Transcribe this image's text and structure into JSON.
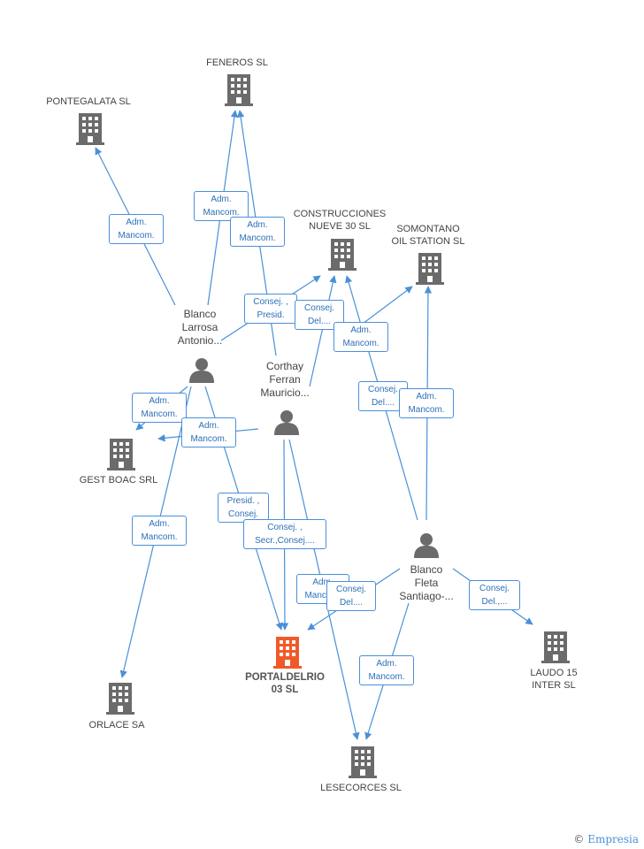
{
  "companies": {
    "feneros": "FENEROS SL",
    "pontegalata": "PONTEGALATA SL",
    "construcciones": [
      "CONSTRUCCIONES",
      "NUEVE 30 SL"
    ],
    "somontano": [
      "SOMONTANO",
      "OIL STATION SL"
    ],
    "gestboac": "GEST BOAC SRL",
    "portaldelrio": [
      "PORTALDELRIO",
      "03 SL"
    ],
    "laudo": [
      "LAUDO 15",
      "INTER SL"
    ],
    "orlace": "ORLACE SA",
    "lesecorces": "LESECORCES SL"
  },
  "persons": {
    "larrosa": [
      "Blanco",
      "Larrosa",
      "Antonio..."
    ],
    "corthay": [
      "Corthay",
      "Ferran",
      "Mauricio..."
    ],
    "fleta": [
      "Blanco",
      "Fleta",
      "Santiago-..."
    ]
  },
  "relations": {
    "r1": [
      "Adm.",
      "Mancom."
    ],
    "r2": [
      "Adm.",
      "Mancom."
    ],
    "r3": [
      "Adm.",
      "Mancom."
    ],
    "r4": [
      "Consej. ,",
      "Presid."
    ],
    "r5": [
      "Consej.",
      "Del...."
    ],
    "r6": [
      "Adm.",
      "Mancom."
    ],
    "r7": [
      "Consej.",
      "Del...."
    ],
    "r8": [
      "Adm.",
      "Mancom."
    ],
    "r9": [
      "Adm.",
      "Mancom."
    ],
    "r10": [
      "Adm.",
      "Mancom."
    ],
    "r11": [
      "Presid. ,",
      "Consej."
    ],
    "r12": [
      "Consej. ,",
      "Secr.,Consej...."
    ],
    "r13": [
      "Adm.",
      "Mancom."
    ],
    "r14": [
      "Adm.",
      "Mancom."
    ],
    "r15": [
      "Consej.",
      "Del...."
    ],
    "r16": [
      "Consej.",
      "Del.,..."
    ],
    "r17": [
      "Adm.",
      "Mancom."
    ]
  },
  "colors": {
    "edge": "#4a90d9",
    "company_icon": "#6b6b6b",
    "highlight_icon": "#f05a28",
    "person_icon": "#6b6b6b"
  },
  "watermark": {
    "symbol": "©",
    "brand": "Empresia"
  }
}
